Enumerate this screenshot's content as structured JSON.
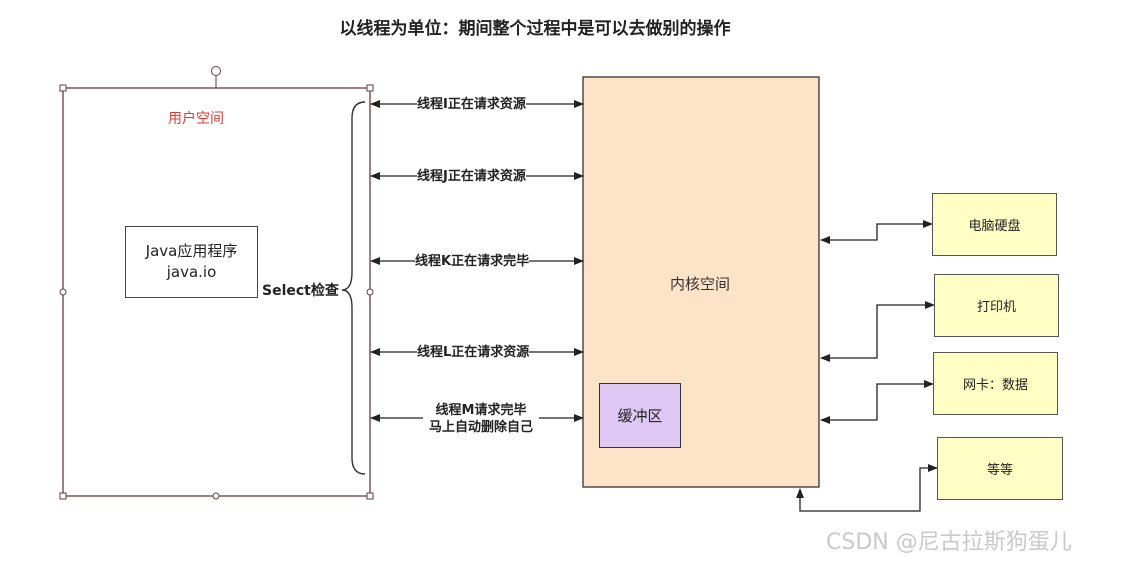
{
  "title": "以线程为单位：期间整个过程中是可以去做别的操作",
  "user_space": {
    "label": "用户空间",
    "app_box": {
      "line1": "Java应用程序",
      "line2": "java.io"
    },
    "select_label": "Select检查"
  },
  "thread_arrows": [
    {
      "label": "线程I正在请求资源",
      "line2": ""
    },
    {
      "label": "线程J正在请求资源",
      "line2": ""
    },
    {
      "label": "线程K正在请求完毕",
      "line2": ""
    },
    {
      "label": "线程L正在请求资源",
      "line2": ""
    },
    {
      "label": "线程M请求完毕",
      "line2": "马上自动删除自己"
    }
  ],
  "kernel": {
    "label": "内核空间",
    "buffer_label": "缓冲区"
  },
  "devices": [
    {
      "label": "电脑硬盘"
    },
    {
      "label": "打印机"
    },
    {
      "label": "网卡：数据"
    },
    {
      "label": "等等"
    }
  ],
  "watermark": "CSDN @尼古拉斯狗蛋儿",
  "colors": {
    "user_space_border": "#6b3a3a",
    "user_space_label": "#e53935",
    "kernel_fill": "#fde3c8",
    "buffer_fill": "#e0c8f5",
    "device_fill": "#ffffc5"
  }
}
